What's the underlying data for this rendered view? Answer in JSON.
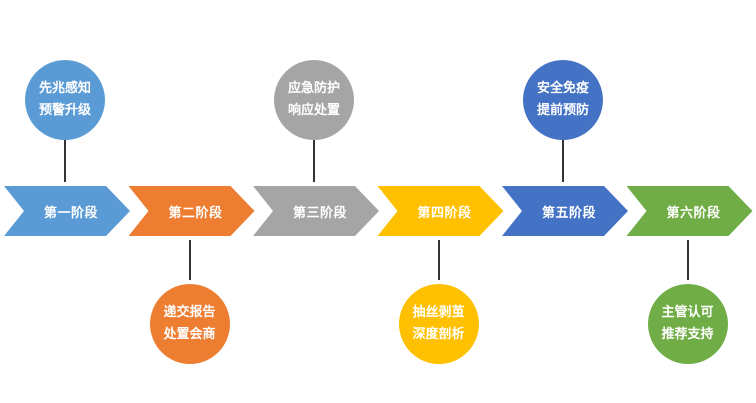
{
  "stages": [
    {
      "label": "第一阶段",
      "color": "#5b9bd5",
      "text": [
        "先兆感知",
        "预警升级"
      ],
      "position": "top"
    },
    {
      "label": "第二阶段",
      "color": "#ed7d31",
      "text": [
        "递交报告",
        "处置会商"
      ],
      "position": "bottom"
    },
    {
      "label": "第三阶段",
      "color": "#a5a5a5",
      "text": [
        "应急防护",
        "响应处置"
      ],
      "position": "top"
    },
    {
      "label": "第四阶段",
      "color": "#ffc000",
      "text": [
        "抽丝剥茧",
        "深度剖析"
      ],
      "position": "bottom"
    },
    {
      "label": "第五阶段",
      "color": "#4472c4",
      "text": [
        "安全免疫",
        "提前预防"
      ],
      "position": "top"
    },
    {
      "label": "第六阶段",
      "color": "#70ad47",
      "text": [
        "主管认可",
        "推荐支持"
      ],
      "position": "bottom"
    }
  ]
}
